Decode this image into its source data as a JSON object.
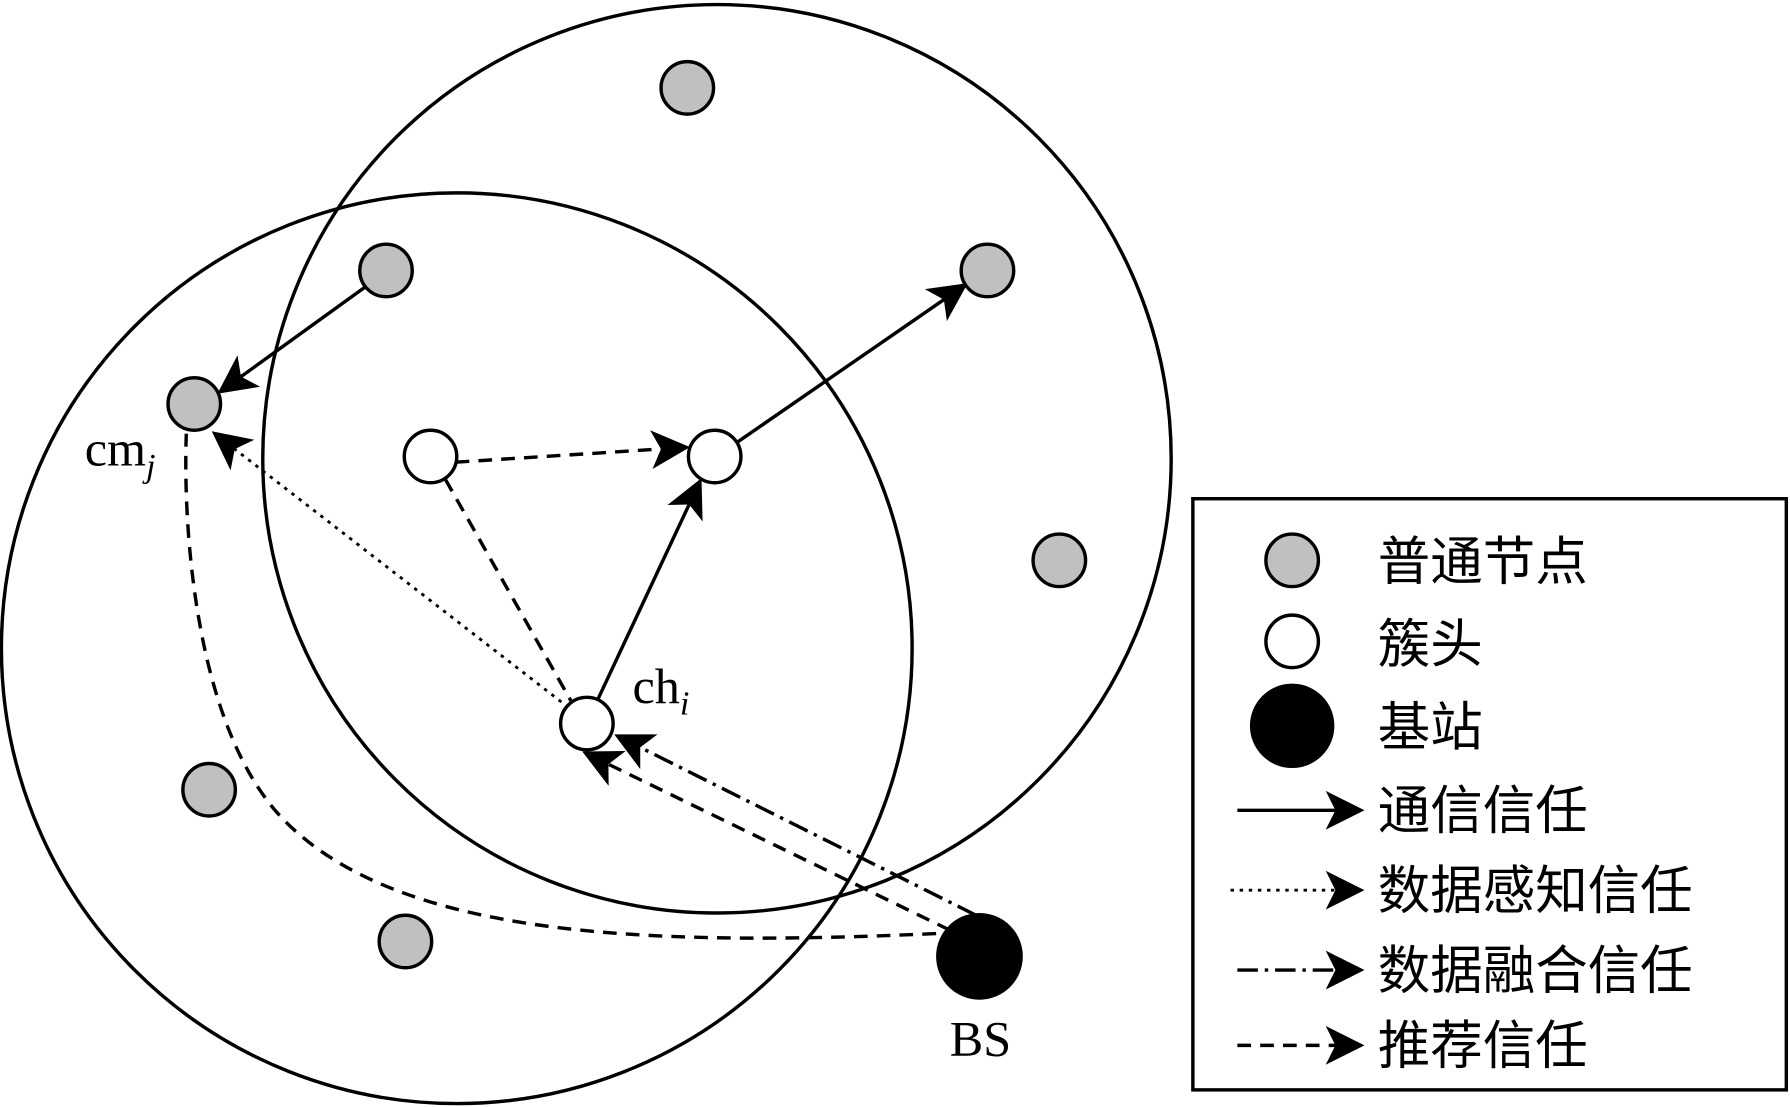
{
  "colors": {
    "normal_node": "#c0c0c0",
    "cluster_head": "#ffffff",
    "base_station": "#000000",
    "stroke": "#000000"
  },
  "labels": {
    "cm": "cm",
    "cm_sub": "j",
    "ch": "ch",
    "ch_sub": "i",
    "bs": "BS"
  },
  "legend": {
    "normal_node": "普通节点",
    "cluster_head": "簇头",
    "base_station": "基站",
    "communication_trust": "通信信任",
    "data_sensing_trust": "数据感知信任",
    "data_fusion_trust": "数据融合信任",
    "recommendation_trust": "推荐信任"
  }
}
